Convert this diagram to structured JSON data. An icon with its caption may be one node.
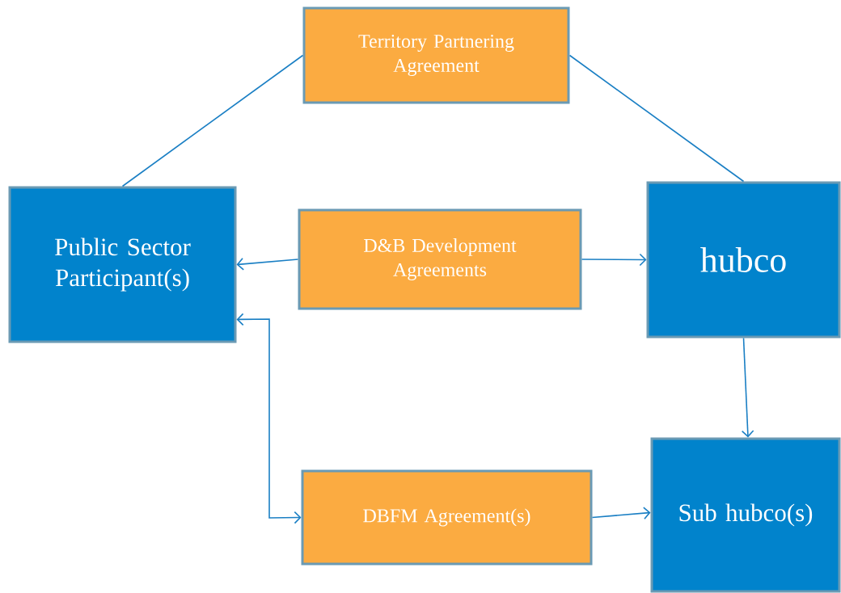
{
  "diagram": {
    "nodes": [
      {
        "text": [
          "Territory Partnering Agreement"
        ]
      },
      {
        "text": [
          "Public Sector Participant(s)"
        ]
      },
      {
        "text": [
          "D&B Development Agreements"
        ]
      },
      {
        "text": [
          "hubco"
        ]
      },
      {
        "text": [
          "DBFM Agreement(s)"
        ]
      },
      {
        "text": [
          "Sub hubco(s)"
        ]
      }
    ],
    "edges": [
      {
        "from": 0,
        "to": 1,
        "arrow": "none"
      },
      {
        "from": 0,
        "to": 3,
        "arrow": "none"
      },
      {
        "from": 2,
        "to": 1,
        "arrow": "to"
      },
      {
        "from": 2,
        "to": 3,
        "arrow": "to"
      },
      {
        "from": 3,
        "to": 5,
        "arrow": "to"
      },
      {
        "from": 4,
        "to": 5,
        "arrow": "to"
      },
      {
        "from": 1,
        "to": 4,
        "arrow": "both"
      }
    ]
  }
}
